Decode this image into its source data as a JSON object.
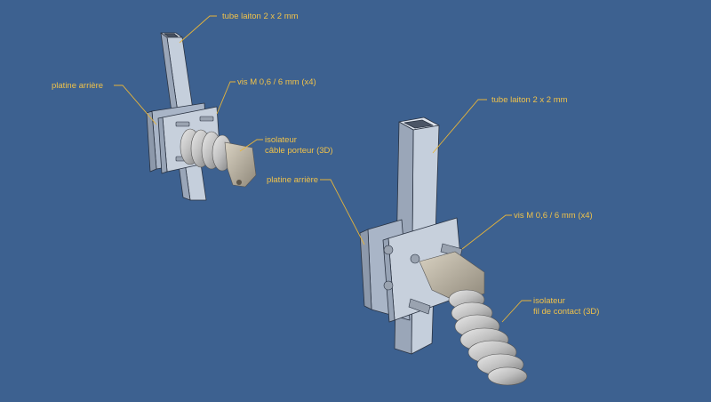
{
  "labels": {
    "left_tube": "tube laiton 2 x 2 mm",
    "left_plate": "platine arrière",
    "left_screws": "vis M 0,6 / 6 mm (x4)",
    "left_insulator_1": "isolateur",
    "left_insulator_2": "câble porteur (3D)",
    "right_tube": "tube laiton 2 x 2 mm",
    "right_plate": "platine arrière",
    "right_screws": "vis M 0,6 / 6 mm (x4)",
    "right_insulator_1": "isolateur",
    "right_insulator_2": "fil de contact (3D)"
  },
  "colors": {
    "background": "#3d6190",
    "label": "#f0c24a",
    "leader": "#e6b43a",
    "part_light": "#c9d1dd",
    "part_mid": "#a8b3c4",
    "part_dark": "#8a96a8"
  }
}
